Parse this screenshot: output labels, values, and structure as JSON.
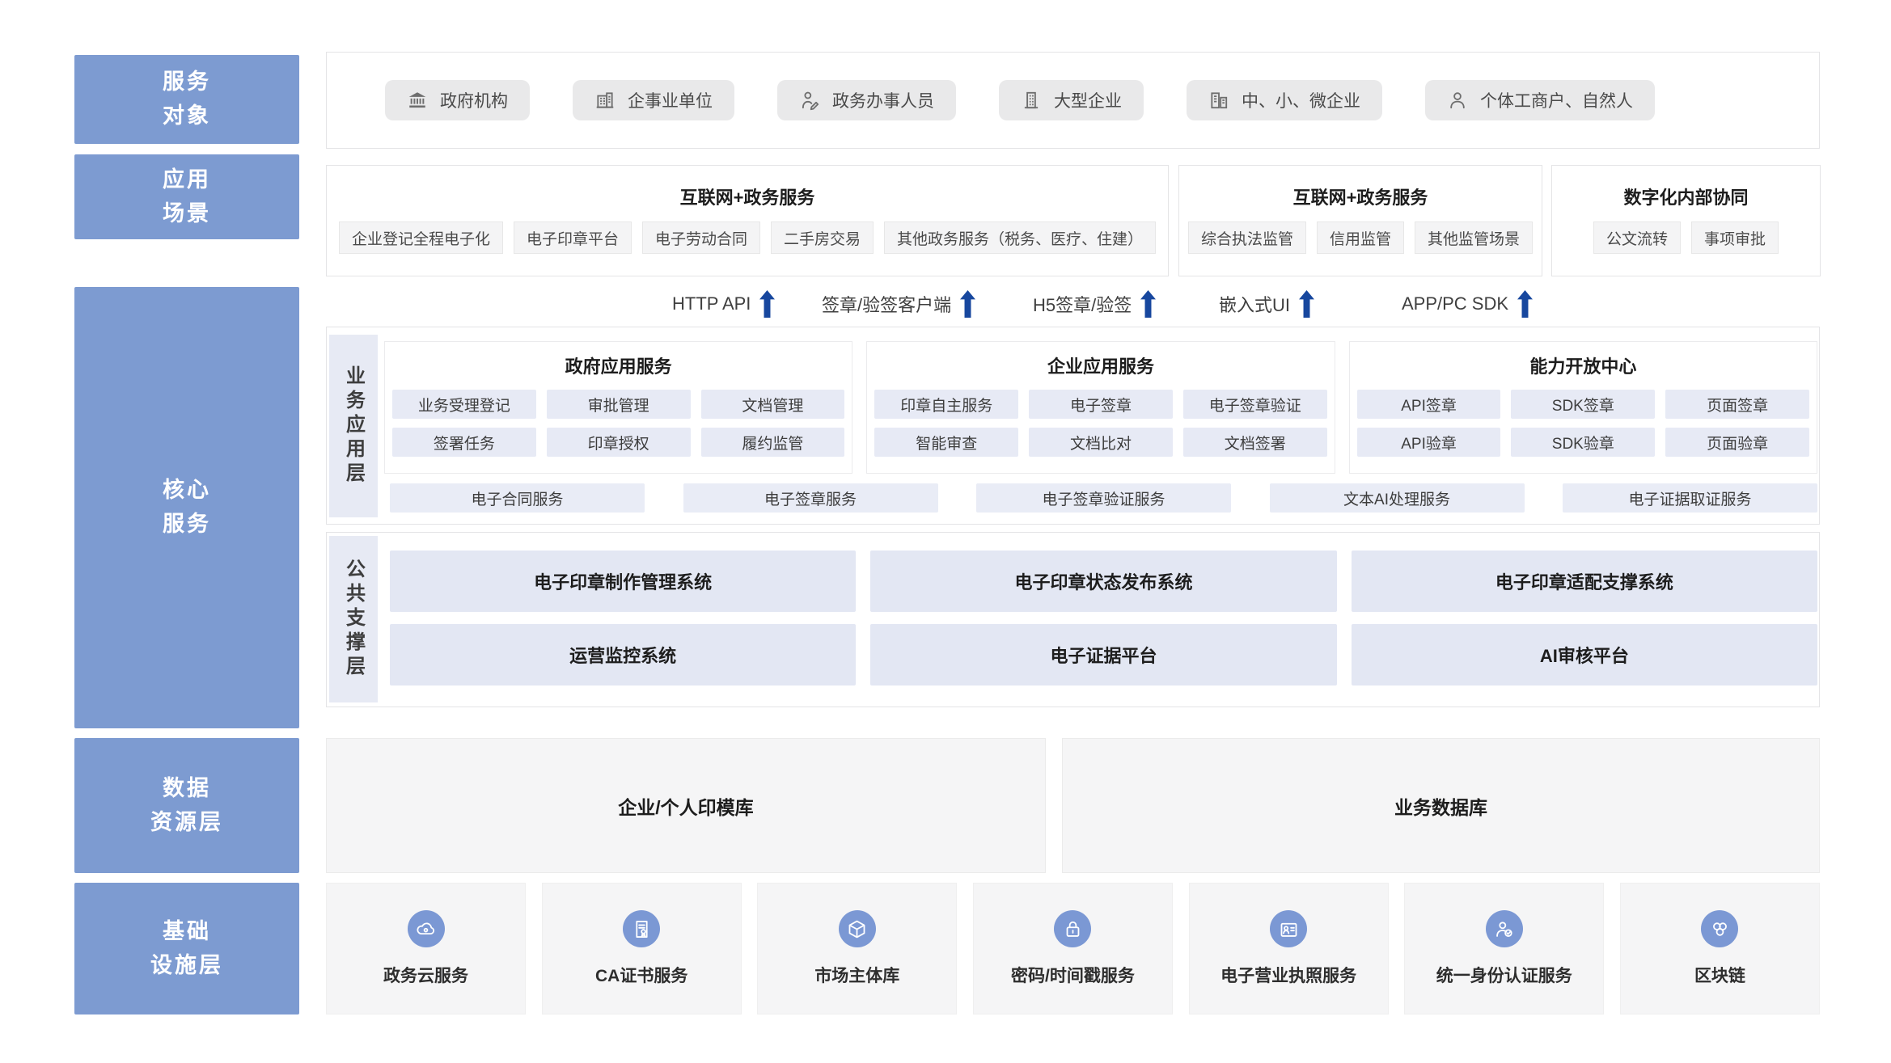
{
  "service_objects": {
    "layer_label": [
      "服务",
      "对象"
    ],
    "items": [
      {
        "label": "政府机构",
        "icon": "bank-icon"
      },
      {
        "label": "企事业单位",
        "icon": "office-building-icon"
      },
      {
        "label": "政务办事人员",
        "icon": "person-writing-icon"
      },
      {
        "label": "大型企业",
        "icon": "large-building-icon"
      },
      {
        "label": "中、小、微企业",
        "icon": "buildings-icon"
      },
      {
        "label": "个体工商户、自然人",
        "icon": "person-icon"
      }
    ]
  },
  "app_scenarios": {
    "layer_label": [
      "应用",
      "场景"
    ],
    "groups": [
      {
        "title": "互联网+政务服务",
        "items": [
          "企业登记全程电子化",
          "电子印章平台",
          "电子劳动合同",
          "二手房交易",
          "其他政务服务（税务、医疗、住建）"
        ]
      },
      {
        "title": "互联网+政务服务",
        "items": [
          "综合执法监管",
          "信用监管",
          "其他监管场景"
        ]
      },
      {
        "title": "数字化内部协同",
        "items": [
          "公文流转",
          "事项审批"
        ]
      }
    ]
  },
  "access_channels": [
    "HTTP API",
    "签章/验签客户端",
    "H5签章/验签",
    "嵌入式UI",
    "APP/PC SDK"
  ],
  "core_services": {
    "layer_label": [
      "核心",
      "服务"
    ],
    "business_app_layer": {
      "label": "业务应用层",
      "groups": [
        {
          "title": "政府应用服务",
          "items": [
            "业务受理登记",
            "审批管理",
            "文档管理",
            "签署任务",
            "印章授权",
            "履约监管"
          ]
        },
        {
          "title": "企业应用服务",
          "items": [
            "印章自主服务",
            "电子签章",
            "电子签章验证",
            "智能审查",
            "文档比对",
            "文档签署"
          ]
        },
        {
          "title": "能力开放中心",
          "items": [
            "API签章",
            "SDK签章",
            "页面签章",
            "API验章",
            "SDK验章",
            "页面验章"
          ]
        }
      ],
      "service_bar": [
        "电子合同服务",
        "电子签章服务",
        "电子签章验证服务",
        "文本AI处理服务",
        "电子证据取证服务"
      ]
    },
    "public_support_layer": {
      "label": "公共支撑层",
      "systems": [
        "电子印章制作管理系统",
        "电子印章状态发布系统",
        "电子印章适配支撑系统",
        "运营监控系统",
        "电子证据平台",
        "AI审核平台"
      ]
    }
  },
  "data_resources": {
    "layer_label": [
      "数据",
      "资源层"
    ],
    "items": [
      "企业/个人印模库",
      "业务数据库"
    ]
  },
  "infrastructure": {
    "layer_label": [
      "基础",
      "设施层"
    ],
    "items": [
      {
        "label": "政务云服务",
        "icon": "cloud-icon"
      },
      {
        "label": "CA证书服务",
        "icon": "certificate-icon"
      },
      {
        "label": "市场主体库",
        "icon": "cube-icon"
      },
      {
        "label": "密码/时间戳服务",
        "icon": "lock-icon"
      },
      {
        "label": "电子营业执照服务",
        "icon": "id-card-icon"
      },
      {
        "label": "统一身份认证服务",
        "icon": "identity-check-icon"
      },
      {
        "label": "区块链",
        "icon": "blockchain-icon"
      }
    ]
  },
  "colors": {
    "layer_blue": "#7d9bd1",
    "arrow_navy": "#17479e",
    "lavender_button": "#e7eaf5",
    "icon_circle_blue": "#7b98d4"
  }
}
